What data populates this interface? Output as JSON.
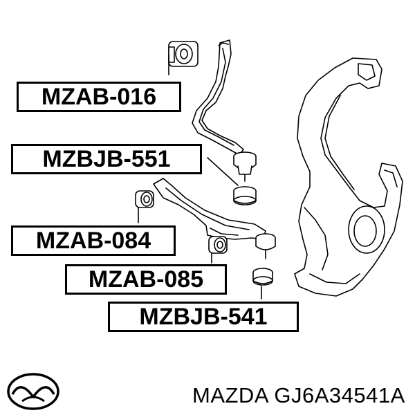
{
  "labels": {
    "mzab_016": "MZAB-016",
    "mzbjb_551": "MZBJB-551",
    "mzab_084": "MZAB-084",
    "mzab_085": "MZAB-085",
    "mzbjb_541": "MZBJB-541"
  },
  "caption": "MAZDA GJ6A34541A",
  "logo": {
    "icon": "mazda-logo-icon",
    "color": "#000000"
  }
}
